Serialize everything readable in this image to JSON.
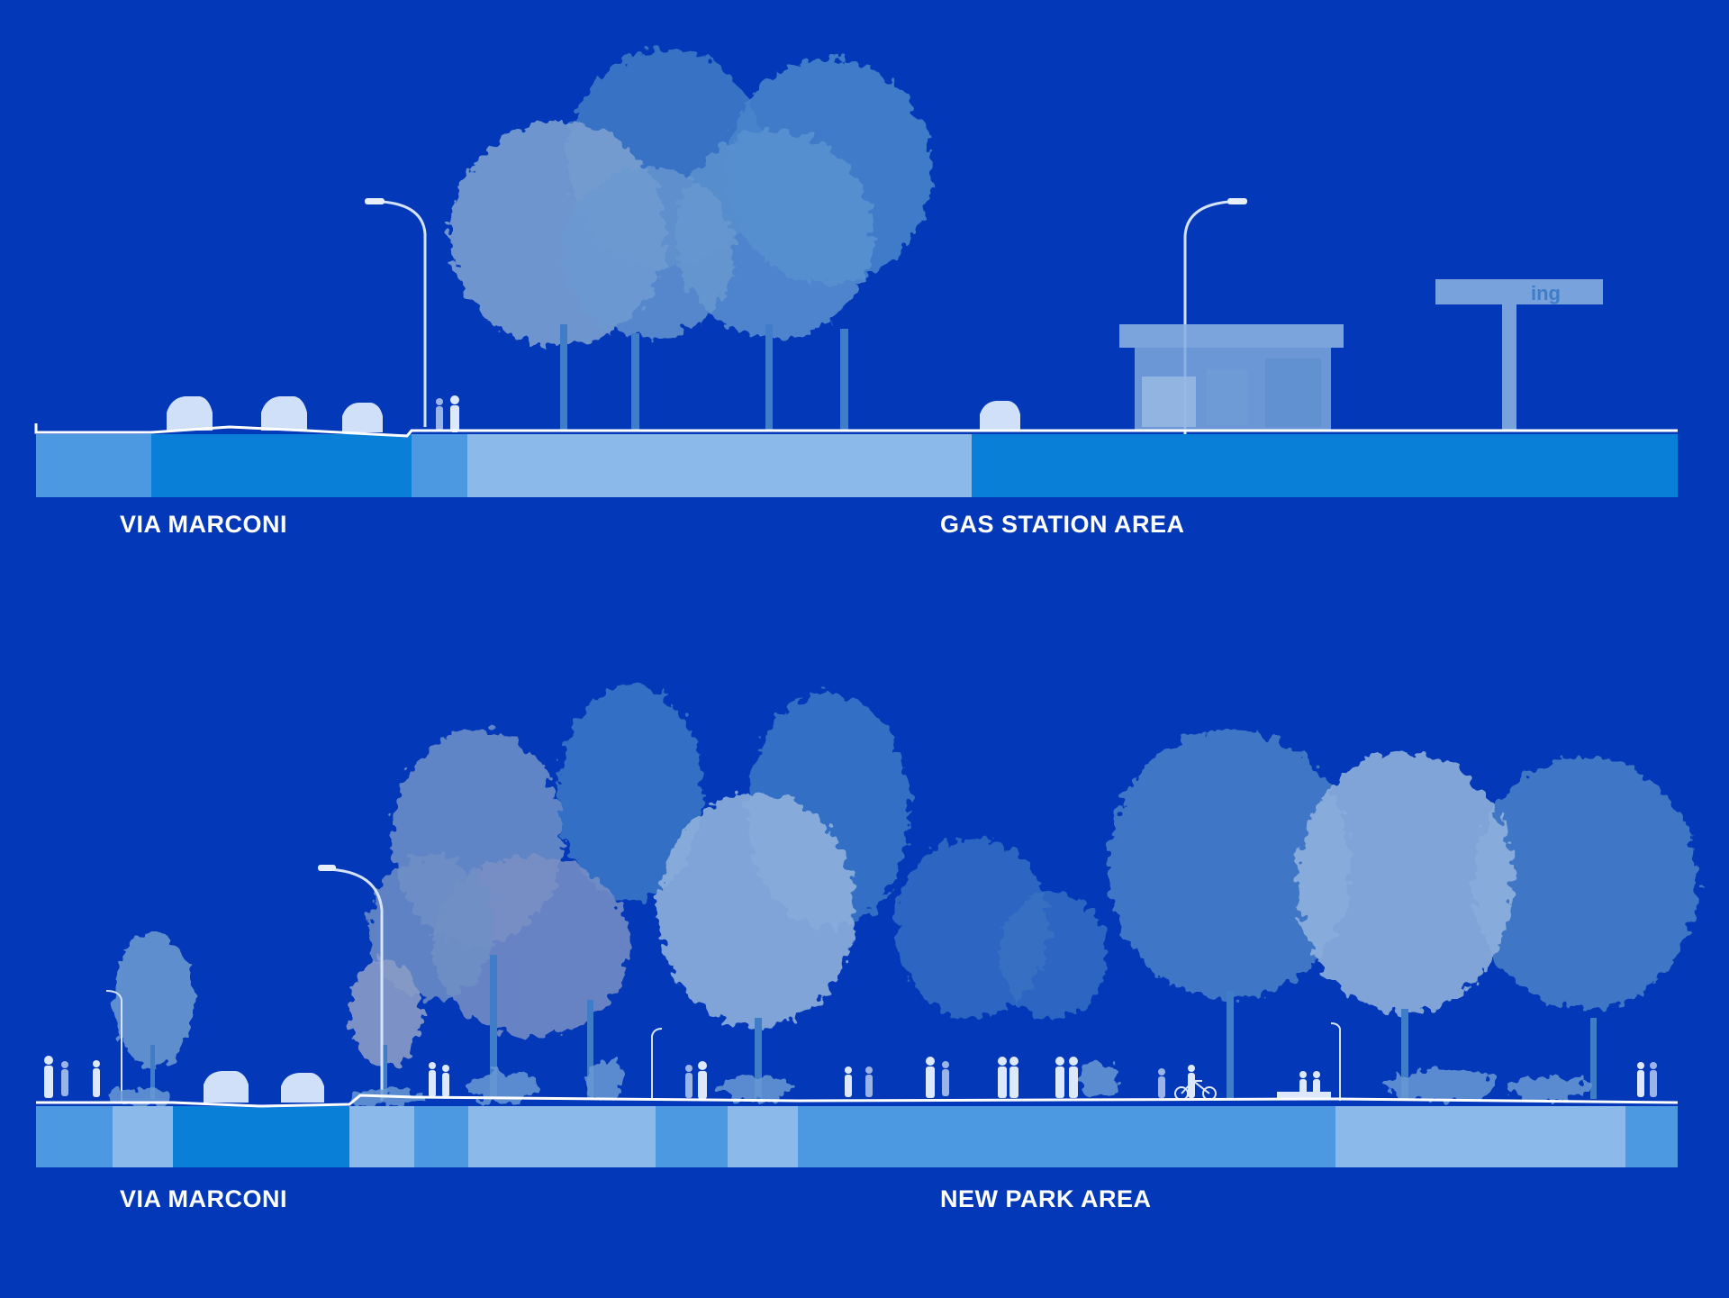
{
  "sections": [
    {
      "id": "existing",
      "left_label": "VIA MARCONI",
      "right_label": "GAS STATION AREA",
      "sign_text": "ing"
    },
    {
      "id": "proposed",
      "left_label": "VIA MARCONI",
      "right_label": "NEW PARK AREA"
    }
  ],
  "colors": {
    "background": "#0338b8",
    "band_dark": "#0a4fd0",
    "band_mid": "#0a7fd8",
    "band_light": "#4c99e2",
    "band_pale": "#8ab9ea",
    "tree_a": "#5f8fcc",
    "tree_b": "#7aa6d6",
    "tree_c": "#3f7dc8",
    "figure": "#dde9fb"
  }
}
